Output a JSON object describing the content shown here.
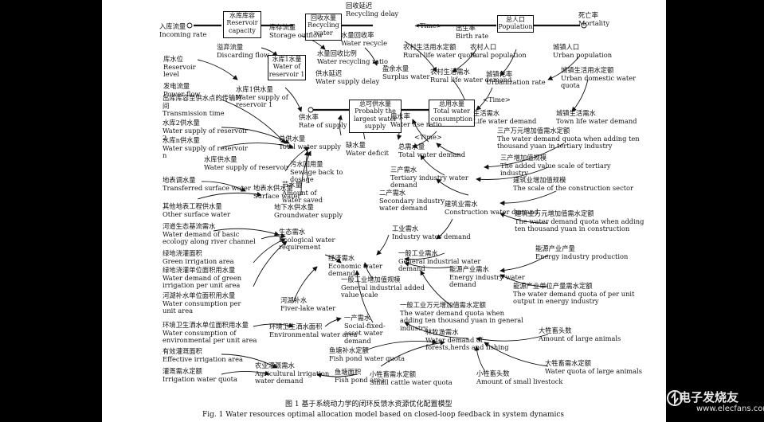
{
  "figure": {
    "caption_zh": "图 1   基于系统动力学的闭环反馈水资源优化配置模型",
    "caption_en": "Fig. 1   Water resources optimal allocation model based on closed-loop feedback in system dynamics"
  },
  "watermark": {
    "brand": "电子发烧友",
    "site": "www.elecfans.com"
  },
  "boxes": [
    {
      "id": "reservoir",
      "zh": "水库库容",
      "en": "Reservoir capacity"
    },
    {
      "id": "recycle",
      "zh": "回收水量",
      "en": "Recycling water"
    },
    {
      "id": "population",
      "zh": "总人口",
      "en": "Population"
    },
    {
      "id": "reservoir1",
      "zh": "水库1水量",
      "en": "Water of reservoir 1"
    },
    {
      "id": "largest",
      "zh": "总可供水量",
      "en": "Probably the largest water supply"
    },
    {
      "id": "consumption",
      "zh": "总用水量",
      "en": "Total water consumption"
    }
  ],
  "labels": [
    {
      "id": "incoming",
      "zh": "入库流量",
      "en": "Incoming rate"
    },
    {
      "id": "storage",
      "zh": "库存流量",
      "en": "Storage outflow"
    },
    {
      "id": "recycling-delay",
      "zh": "回收延迟",
      "en": "Recycling delay"
    },
    {
      "id": "time1",
      "zh": "",
      "en": "<Time>"
    },
    {
      "id": "birth",
      "zh": "出生率",
      "en": "Birth rate"
    },
    {
      "id": "mortality",
      "zh": "死亡率",
      "en": "Mortality"
    },
    {
      "id": "discarding",
      "zh": "溢弃流量",
      "en": "Discarding flow"
    },
    {
      "id": "water-recycle",
      "zh": "水量回收率",
      "en": "Water recycle"
    },
    {
      "id": "rural-quota",
      "zh": "农村生活用水定额",
      "en": "Rural life water quota"
    },
    {
      "id": "rural-pop",
      "zh": "农村人口",
      "en": "Rural population"
    },
    {
      "id": "urban-pop",
      "zh": "城镇人口",
      "en": "Urban population"
    },
    {
      "id": "reservoir-level",
      "zh": "库水位",
      "en": "Reservoir level"
    },
    {
      "id": "recycling-ratio",
      "zh": "水量回收比例",
      "en": "Water recycling ratio"
    },
    {
      "id": "supply-delay",
      "zh": "供水延迟",
      "en": "Water supply delay"
    },
    {
      "id": "surplus",
      "zh": "盈余水量",
      "en": "Surplus water"
    },
    {
      "id": "rural-demand",
      "zh": "农村生活需水",
      "en": "Rural life water demand"
    },
    {
      "id": "urbanization",
      "zh": "城镇化率",
      "en": "Urbanization rate"
    },
    {
      "id": "urban-quota",
      "zh": "城镇生活用水定额",
      "en": "Urban domestic water quota"
    },
    {
      "id": "power",
      "zh": "发电流量",
      "en": "Power flow"
    },
    {
      "id": "supply-res1",
      "zh": "水库1供水量",
      "en": "Water supply of reservoir 1"
    },
    {
      "id": "time2",
      "zh": "",
      "en": "<Time>"
    },
    {
      "id": "transmission",
      "zh": "出库库容至供水点的传输时间",
      "en": "Transmission time"
    },
    {
      "id": "rate-supply",
      "zh": "供水率",
      "en": "Rate of supply"
    },
    {
      "id": "use-ratio",
      "zh": "用水率",
      "en": "Water use ratio"
    },
    {
      "id": "life-demand",
      "zh": "生活需水",
      "en": "Life water demand"
    },
    {
      "id": "town-demand",
      "zh": "城镇生活需水",
      "en": "Town life water demand"
    },
    {
      "id": "supply-res2",
      "zh": "水库2供水量",
      "en": "Water supply of reservoir 2"
    },
    {
      "id": "deficit",
      "zh": "缺水量",
      "en": "Water deficit"
    },
    {
      "id": "time3",
      "zh": "",
      "en": "<Time>"
    },
    {
      "id": "tertiary-quota",
      "zh": "三产万元增加值需水定额",
      "en": "The water demand quota when adding ten thousand yuan in tertiary industry"
    },
    {
      "id": "supply-resn",
      "zh": "水库n供水量",
      "en": "Water supply of reservoir n"
    },
    {
      "id": "total-supply",
      "zh": "总供水量",
      "en": "Total water supply"
    },
    {
      "id": "total-demand",
      "zh": "总需水量",
      "en": "Total water demand"
    },
    {
      "id": "tertiary-added",
      "zh": "三产增加值规模",
      "en": "The added value scale of tertiary industry"
    },
    {
      "id": "supply-reservoir",
      "zh": "水库供水量",
      "en": "Water supply of reservoir"
    },
    {
      "id": "sewage",
      "zh": "污水回用量",
      "en": "Sewage back to dosage"
    },
    {
      "id": "tertiary-demand",
      "zh": "三产需水",
      "en": "Tertiary industry water demand"
    },
    {
      "id": "transferred",
      "zh": "地表调水量",
      "en": "Transferred surface water"
    },
    {
      "id": "saved",
      "zh": "节水量",
      "en": "Amount of water saved"
    },
    {
      "id": "construction-scale",
      "zh": "建筑业增加值规模",
      "en": "The scale of the construction sector"
    },
    {
      "id": "surface",
      "zh": "地表水供水量",
      "en": "Surface water"
    },
    {
      "id": "secondary",
      "zh": "二产需水",
      "en": "Secondary industry water demand"
    },
    {
      "id": "other-surface",
      "zh": "其他地表工程供水量",
      "en": "Other surface water"
    },
    {
      "id": "ground",
      "zh": "地下水供水量",
      "en": "Groundwater supply"
    },
    {
      "id": "construction-demand",
      "zh": "建筑业需水",
      "en": "Construction water demand"
    },
    {
      "id": "construction-quota",
      "zh": "建筑业万元增加值需水定额",
      "en": "The water demand quota when adding ten thousand yuan in construction"
    },
    {
      "id": "river",
      "zh": "河道生态基流需水",
      "en": "Water demand of basic ecology along river channel"
    },
    {
      "id": "eco",
      "zh": "生态需水",
      "en": "Ecological water requirement"
    },
    {
      "id": "industry",
      "zh": "工业需水",
      "en": "Industry water demand"
    },
    {
      "id": "green-area",
      "zh": "绿地浇灌面积",
      "en": "Green irrigation area"
    },
    {
      "id": "economic",
      "zh": "经济需水",
      "en": "Economic water demand"
    },
    {
      "id": "general-demand",
      "zh": "一般工业需水",
      "en": "General industrial water demand"
    },
    {
      "id": "energy-production",
      "zh": "能源产业产量",
      "en": "Energy industry production"
    },
    {
      "id": "green-quota",
      "zh": "绿地浇灌单位面积用水量",
      "en": "Water demand of green irrigation per unit area"
    },
    {
      "id": "energy-demand",
      "zh": "能源产业需水",
      "en": "Energy industry water demand"
    },
    {
      "id": "lake-quota",
      "zh": "河湖补水单位面积用水量",
      "en": "Water consumption per unit area"
    },
    {
      "id": "general-value",
      "zh": "一般工业增加值规模",
      "en": "General industrial added value scale"
    },
    {
      "id": "energy-quota",
      "zh": "能源产业单位产量需水定额",
      "en": "The water demand quota of per unit output in energy industry"
    },
    {
      "id": "lake",
      "zh": "河湖补水",
      "en": "Fiver-lake water"
    },
    {
      "id": "general-quota",
      "zh": "一般工业万元增加值需水定额",
      "en": "The water demand quota when adding ten thousand yuan in general industry"
    },
    {
      "id": "env-quota",
      "zh": "环境卫生洒水单位面积用水量",
      "en": "Water consumption of environmental per unit area"
    },
    {
      "id": "env-area",
      "zh": "环境卫生洒水面积",
      "en": "Environmental water area"
    },
    {
      "id": "primary",
      "zh": "一产需水",
      "en": "Social-fixed-asset water demand"
    },
    {
      "id": "large-animals",
      "zh": "大牲畜头数",
      "en": "Amount of large animals"
    },
    {
      "id": "forest",
      "zh": "林牧渔需水",
      "en": "Water demand of forests,herds and fishing"
    },
    {
      "id": "irrigation-area",
      "zh": "有效灌溉面积",
      "en": "Effective irrigation area"
    },
    {
      "id": "fish-quota",
      "zh": "鱼塘补水定额",
      "en": "Fish pond water quota"
    },
    {
      "id": "agri",
      "zh": "农业灌溉需水",
      "en": "Agricultural irrigation water demand"
    },
    {
      "id": "large-quota",
      "zh": "大牲畜需水定额",
      "en": "Water quota of large animals"
    },
    {
      "id": "irrigation-quota",
      "zh": "灌溉需水定额",
      "en": "Irrigation water quota"
    },
    {
      "id": "fish-area",
      "zh": "鱼塘面积",
      "en": "Fish pond area"
    },
    {
      "id": "small-livestock",
      "zh": "小牲畜头数",
      "en": "Amount of small livestock"
    },
    {
      "id": "small-quota",
      "zh": "小牲畜需水定额",
      "en": "Small cattle water quota"
    }
  ]
}
